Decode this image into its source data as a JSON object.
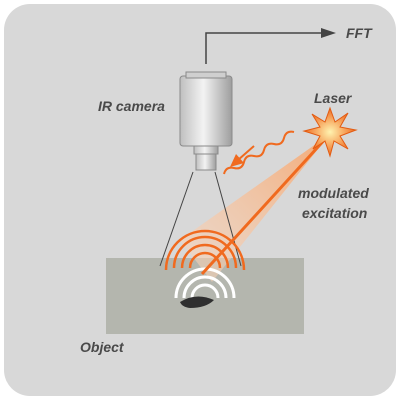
{
  "labels": {
    "fft": "FFT",
    "ir_camera": "IR camera",
    "laser": "Laser",
    "modulated_line1": "modulated",
    "modulated_line2": "excitation",
    "object": "Object"
  },
  "icons": {
    "camera": "ir-camera-icon",
    "laser": "laser-burst-icon",
    "object": "object-block",
    "waves": "thermal-waves-icon",
    "emission": "infrared-emission-icon"
  },
  "colors": {
    "background": "#d9d9d9",
    "panel": "#d8d8d8",
    "object": "#b4b6ae",
    "laser": "#f06a1f",
    "text": "#4a4a4a",
    "line": "#444444"
  }
}
